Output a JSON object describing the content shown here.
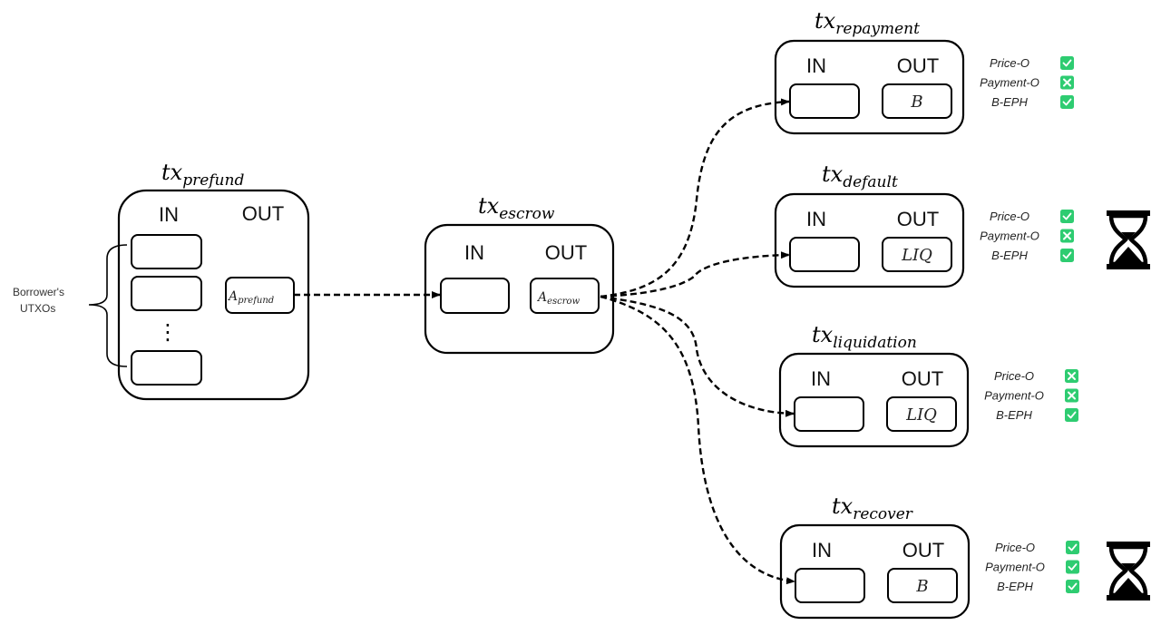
{
  "side_note": {
    "line1": "Borrower's",
    "line2": "UTXOs"
  },
  "labels": {
    "in": "IN",
    "out": "OUT",
    "ellipsis": "⋮"
  },
  "conditions": [
    "Price-O",
    "Payment-O",
    "B-EPH"
  ],
  "colors": {
    "check_bg": "#2ecc71",
    "stroke": "#000000"
  },
  "transactions": {
    "prefund": {
      "title_base": "tx",
      "title_sub": "prefund",
      "output": {
        "base": "A",
        "sub": "prefund"
      }
    },
    "escrow": {
      "title_base": "tx",
      "title_sub": "escrow",
      "output": {
        "base": "A",
        "sub": "escrow"
      }
    },
    "repayment": {
      "title_base": "tx",
      "title_sub": "repayment",
      "output": "B",
      "status": [
        "check",
        "cross",
        "check"
      ],
      "timelock": false
    },
    "default": {
      "title_base": "tx",
      "title_sub": "default",
      "output": "LIQ",
      "status": [
        "check",
        "cross",
        "check"
      ],
      "timelock": true
    },
    "liquidation": {
      "title_base": "tx",
      "title_sub": "liquidation",
      "output": "LIQ",
      "status": [
        "cross",
        "cross",
        "check"
      ],
      "timelock": false
    },
    "recover": {
      "title_base": "tx",
      "title_sub": "recover",
      "output": "B",
      "status": [
        "check",
        "check",
        "check"
      ],
      "timelock": true
    }
  }
}
